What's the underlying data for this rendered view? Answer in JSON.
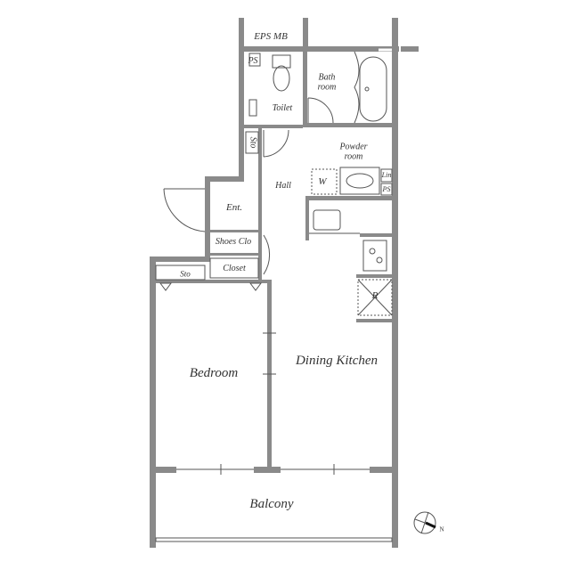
{
  "floor_plan": {
    "rooms": [
      {
        "id": "eps_mb",
        "label": "EPS   MB"
      },
      {
        "id": "ps_top",
        "label": "PS"
      },
      {
        "id": "toilet",
        "label": "Toilet"
      },
      {
        "id": "bathroom",
        "label": "Bath\nroom"
      },
      {
        "id": "sto_upper",
        "label": "Sto"
      },
      {
        "id": "powder_room",
        "label": "Powder\nroom"
      },
      {
        "id": "washer",
        "label": "W"
      },
      {
        "id": "linen",
        "label": "Lin"
      },
      {
        "id": "ps_right",
        "label": "PS"
      },
      {
        "id": "hall",
        "label": "Hall"
      },
      {
        "id": "entrance",
        "label": "Ent."
      },
      {
        "id": "shoes_closet",
        "label": "Shoes Clo"
      },
      {
        "id": "closet",
        "label": "Closet"
      },
      {
        "id": "sto_lower",
        "label": "Sto"
      },
      {
        "id": "refrigerator",
        "label": "R"
      },
      {
        "id": "bedroom",
        "label": "Bedroom"
      },
      {
        "id": "dining_kitchen",
        "label": "Dining Kitchen"
      },
      {
        "id": "balcony",
        "label": "Balcony"
      }
    ],
    "compass": {
      "label": "N"
    },
    "colors": {
      "wall": "#8a8a8a",
      "line": "#555555",
      "background": "#ffffff",
      "text": "#333333"
    }
  }
}
